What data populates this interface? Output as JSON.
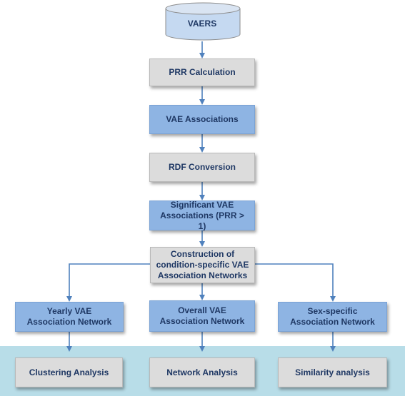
{
  "diagram": {
    "nodes": {
      "vaers": "VAERS",
      "prr_calculation": "PRR Calculation",
      "vae_associations": "VAE Associations",
      "rdf_conversion": "RDF Conversion",
      "significant_vae": "Significant VAE Associations (PRR > 1)",
      "construction": "Construction of condition-specific VAE Association Networks",
      "yearly_network": "Yearly VAE Association Network",
      "overall_network": "Overall VAE Association Network",
      "sex_specific_network": "Sex-specific Association Network",
      "clustering_analysis": "Clustering Analysis",
      "network_analysis": "Network Analysis",
      "similarity_analysis": "Similarity analysis"
    },
    "edges": [
      [
        "VAERS",
        "PRR Calculation"
      ],
      [
        "PRR Calculation",
        "VAE Associations"
      ],
      [
        "VAE Associations",
        "RDF Conversion"
      ],
      [
        "RDF Conversion",
        "Significant VAE Associations (PRR > 1)"
      ],
      [
        "Significant VAE Associations (PRR > 1)",
        "Construction of condition-specific VAE Association Networks"
      ],
      [
        "Construction of condition-specific VAE Association Networks",
        "Yearly VAE Association Network"
      ],
      [
        "Construction of condition-specific VAE Association Networks",
        "Overall VAE Association Network"
      ],
      [
        "Construction of condition-specific VAE Association Networks",
        "Sex-specific Association Network"
      ],
      [
        "Yearly VAE Association Network",
        "Clustering Analysis"
      ],
      [
        "Overall VAE Association Network",
        "Network Analysis"
      ],
      [
        "Sex-specific Association Network",
        "Similarity analysis"
      ]
    ],
    "colors": {
      "gray_box": "#dcdcdc",
      "blue_box": "#8eb4e3",
      "text": "#1f3864",
      "arrow": "#4f81bd",
      "bottom_band": "#b8dde8",
      "database": "#c5d9f1"
    }
  }
}
